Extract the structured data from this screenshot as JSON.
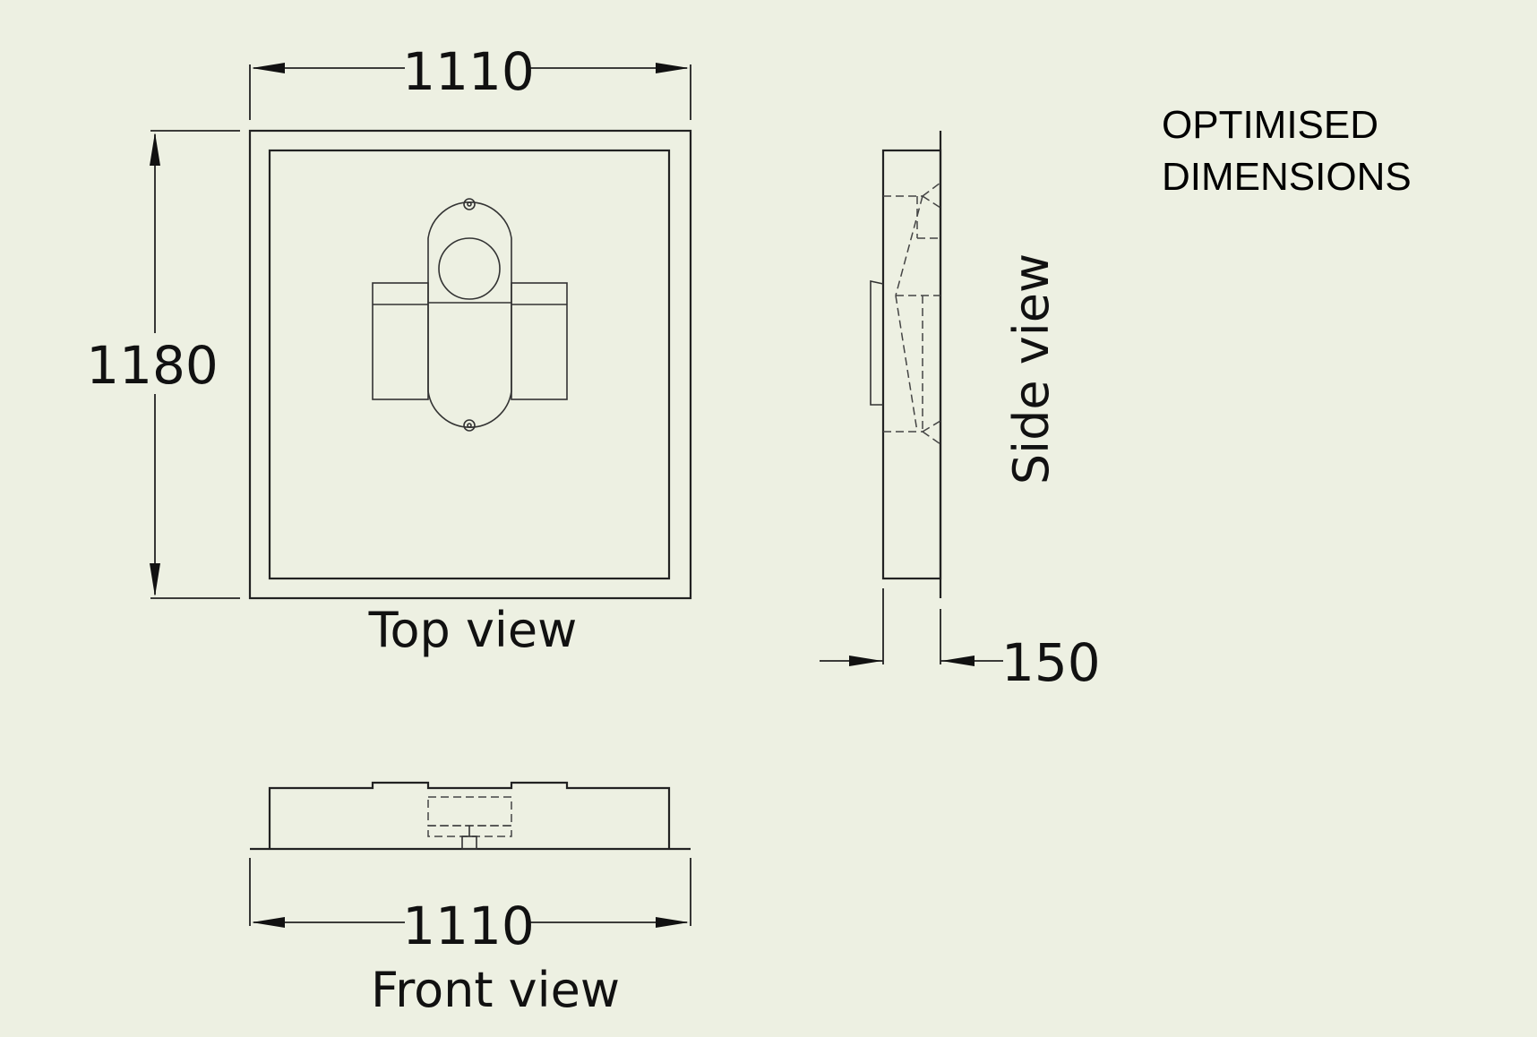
{
  "labels": {
    "top_view": "Top view",
    "side_view": "Side view",
    "front_view": "Front view",
    "note_line1": "OPTIMISED",
    "note_line2": "DIMENSIONS"
  },
  "dimensions": {
    "top_width": "1110",
    "top_height": "1180",
    "side_depth": "150",
    "front_width": "1110"
  },
  "colors": {
    "background": "#EDF0E2",
    "line": "#222222"
  }
}
